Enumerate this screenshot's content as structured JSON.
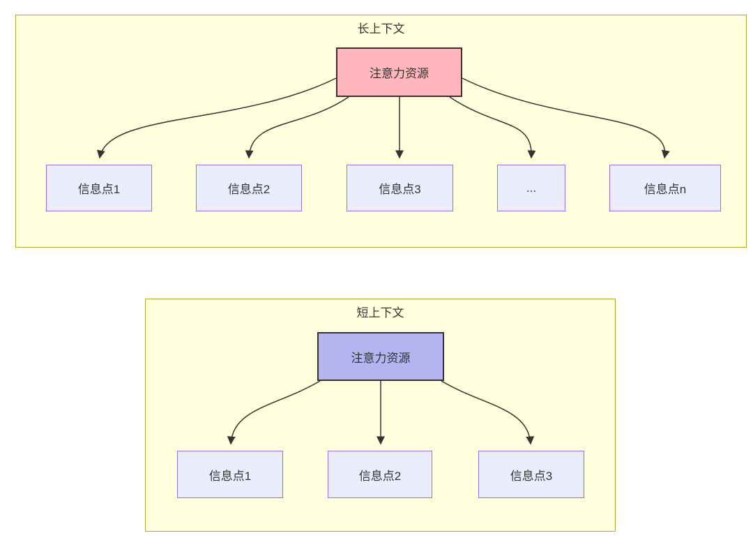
{
  "diagram": {
    "type": "flowchart",
    "edge_color": "#333333",
    "clusters": [
      {
        "title": "长上下文",
        "attention": "注意力资源",
        "info_nodes": [
          "信息点1",
          "信息点2",
          "信息点3",
          "...",
          "信息点n"
        ],
        "colors": {
          "container_fill": "#ffffde",
          "container_border": "#aaaa33",
          "attention_fill": "#ffb6bd",
          "attention_border": "#333333",
          "info_fill": "#ececff",
          "info_border": "#9370db"
        }
      },
      {
        "title": "短上下文",
        "attention": "注意力资源",
        "info_nodes": [
          "信息点1",
          "信息点2",
          "信息点3"
        ],
        "colors": {
          "container_fill": "#ffffde",
          "container_border": "#aaaa33",
          "attention_fill": "#b4b4f0",
          "attention_border": "#333333",
          "info_fill": "#ececff",
          "info_border": "#9370db"
        }
      }
    ]
  }
}
